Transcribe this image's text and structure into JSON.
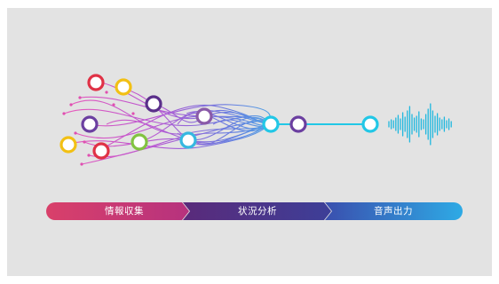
{
  "stages": [
    {
      "label": "情報収集",
      "color_start": "#d93d6b",
      "color_end": "#b8307e"
    },
    {
      "label": "状況分析",
      "color_start": "#51287f",
      "color_end": "#3b3f9a"
    },
    {
      "label": "音声出力",
      "color_start": "#3a55b6",
      "color_end": "#2fa7e3"
    }
  ],
  "colors": {
    "background": "#e3e3e3",
    "pink": "#e040b0",
    "purple": "#6b3fa0",
    "blue": "#3d7bd6",
    "cyan": "#22c7e6",
    "yellow": "#f2c014",
    "red": "#e03246",
    "green": "#82c341"
  }
}
